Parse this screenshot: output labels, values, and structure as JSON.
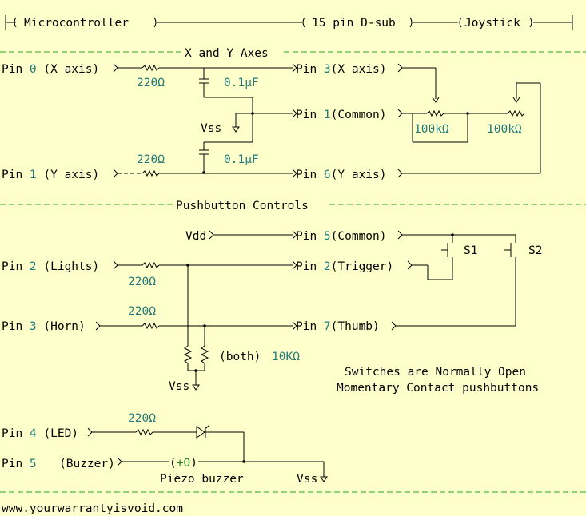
{
  "header": {
    "micro": "Microcontroller",
    "dsub": "15 pin D-sub",
    "joy": "Joystick"
  },
  "sections": {
    "axes": "X and Y Axes",
    "push": "Pushbutton Controls"
  },
  "pins": {
    "p0": "Pin 0 (X axis)",
    "p1": "Pin 1 (Y axis)",
    "p2": "Pin 2 (Lights)",
    "p3": "Pin 3 (Horn)",
    "p4": "Pin 4 (LED)",
    "p5": "Pin 5",
    "p5b": "(Buzzer)"
  },
  "dsub_pins": {
    "d3": "Pin 3 (X axis)",
    "d1": "Pin 1 (Common)",
    "d6": "Pin 6 (Y axis)",
    "d5": "Pin 5 (Common)",
    "d2": "Pin 2 (Trigger)",
    "d7": "Pin 7 (Thumb)"
  },
  "pin_numbers": {
    "p0": "0",
    "p1": "1",
    "p2": "2",
    "p3": "3",
    "p4": "4",
    "p5": "5",
    "d3": "3",
    "d1": "1",
    "d6": "6",
    "d5": "5",
    "d2": "2",
    "d7": "7"
  },
  "values": {
    "r220": "220Ω",
    "cap": "0.1µF",
    "pot": "100kΩ",
    "r10k": "10KΩ",
    "both": "(both)",
    "piezo_pol": "(+O)",
    "piezo": "Piezo buzzer"
  },
  "rails": {
    "vss": "Vss",
    "vdd": "Vdd"
  },
  "switches": {
    "s1": "S1",
    "s2": "S2",
    "note_line1": "Switches are Normally Open",
    "note_line2": "Momentary Contact pushbuttons"
  },
  "footer": {
    "url": "www.yourwarrantyisvoid.com"
  },
  "colors": {
    "background": "#ffffcc",
    "separator": "#22aa22",
    "numbers": "#227a7a"
  }
}
